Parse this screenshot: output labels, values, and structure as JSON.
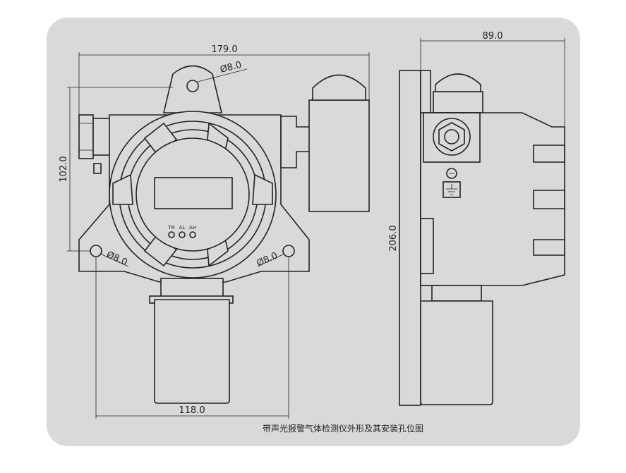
{
  "colors": {
    "background": "#ffffff",
    "panel": "#d9d9d9",
    "line": "#222222"
  },
  "dimensions": {
    "width_top": "179.0",
    "hole_top": "Ø8.0",
    "height_left": "102.0",
    "hole_left": "Ø8.0",
    "hole_right": "Ø8.0",
    "width_bottom": "118.0",
    "side_width": "89.0",
    "side_height": "206.0"
  },
  "indicators": [
    "TR",
    "AL",
    "AH"
  ],
  "caption": "带声光报警气体检测仪外形及其安装孔位图"
}
